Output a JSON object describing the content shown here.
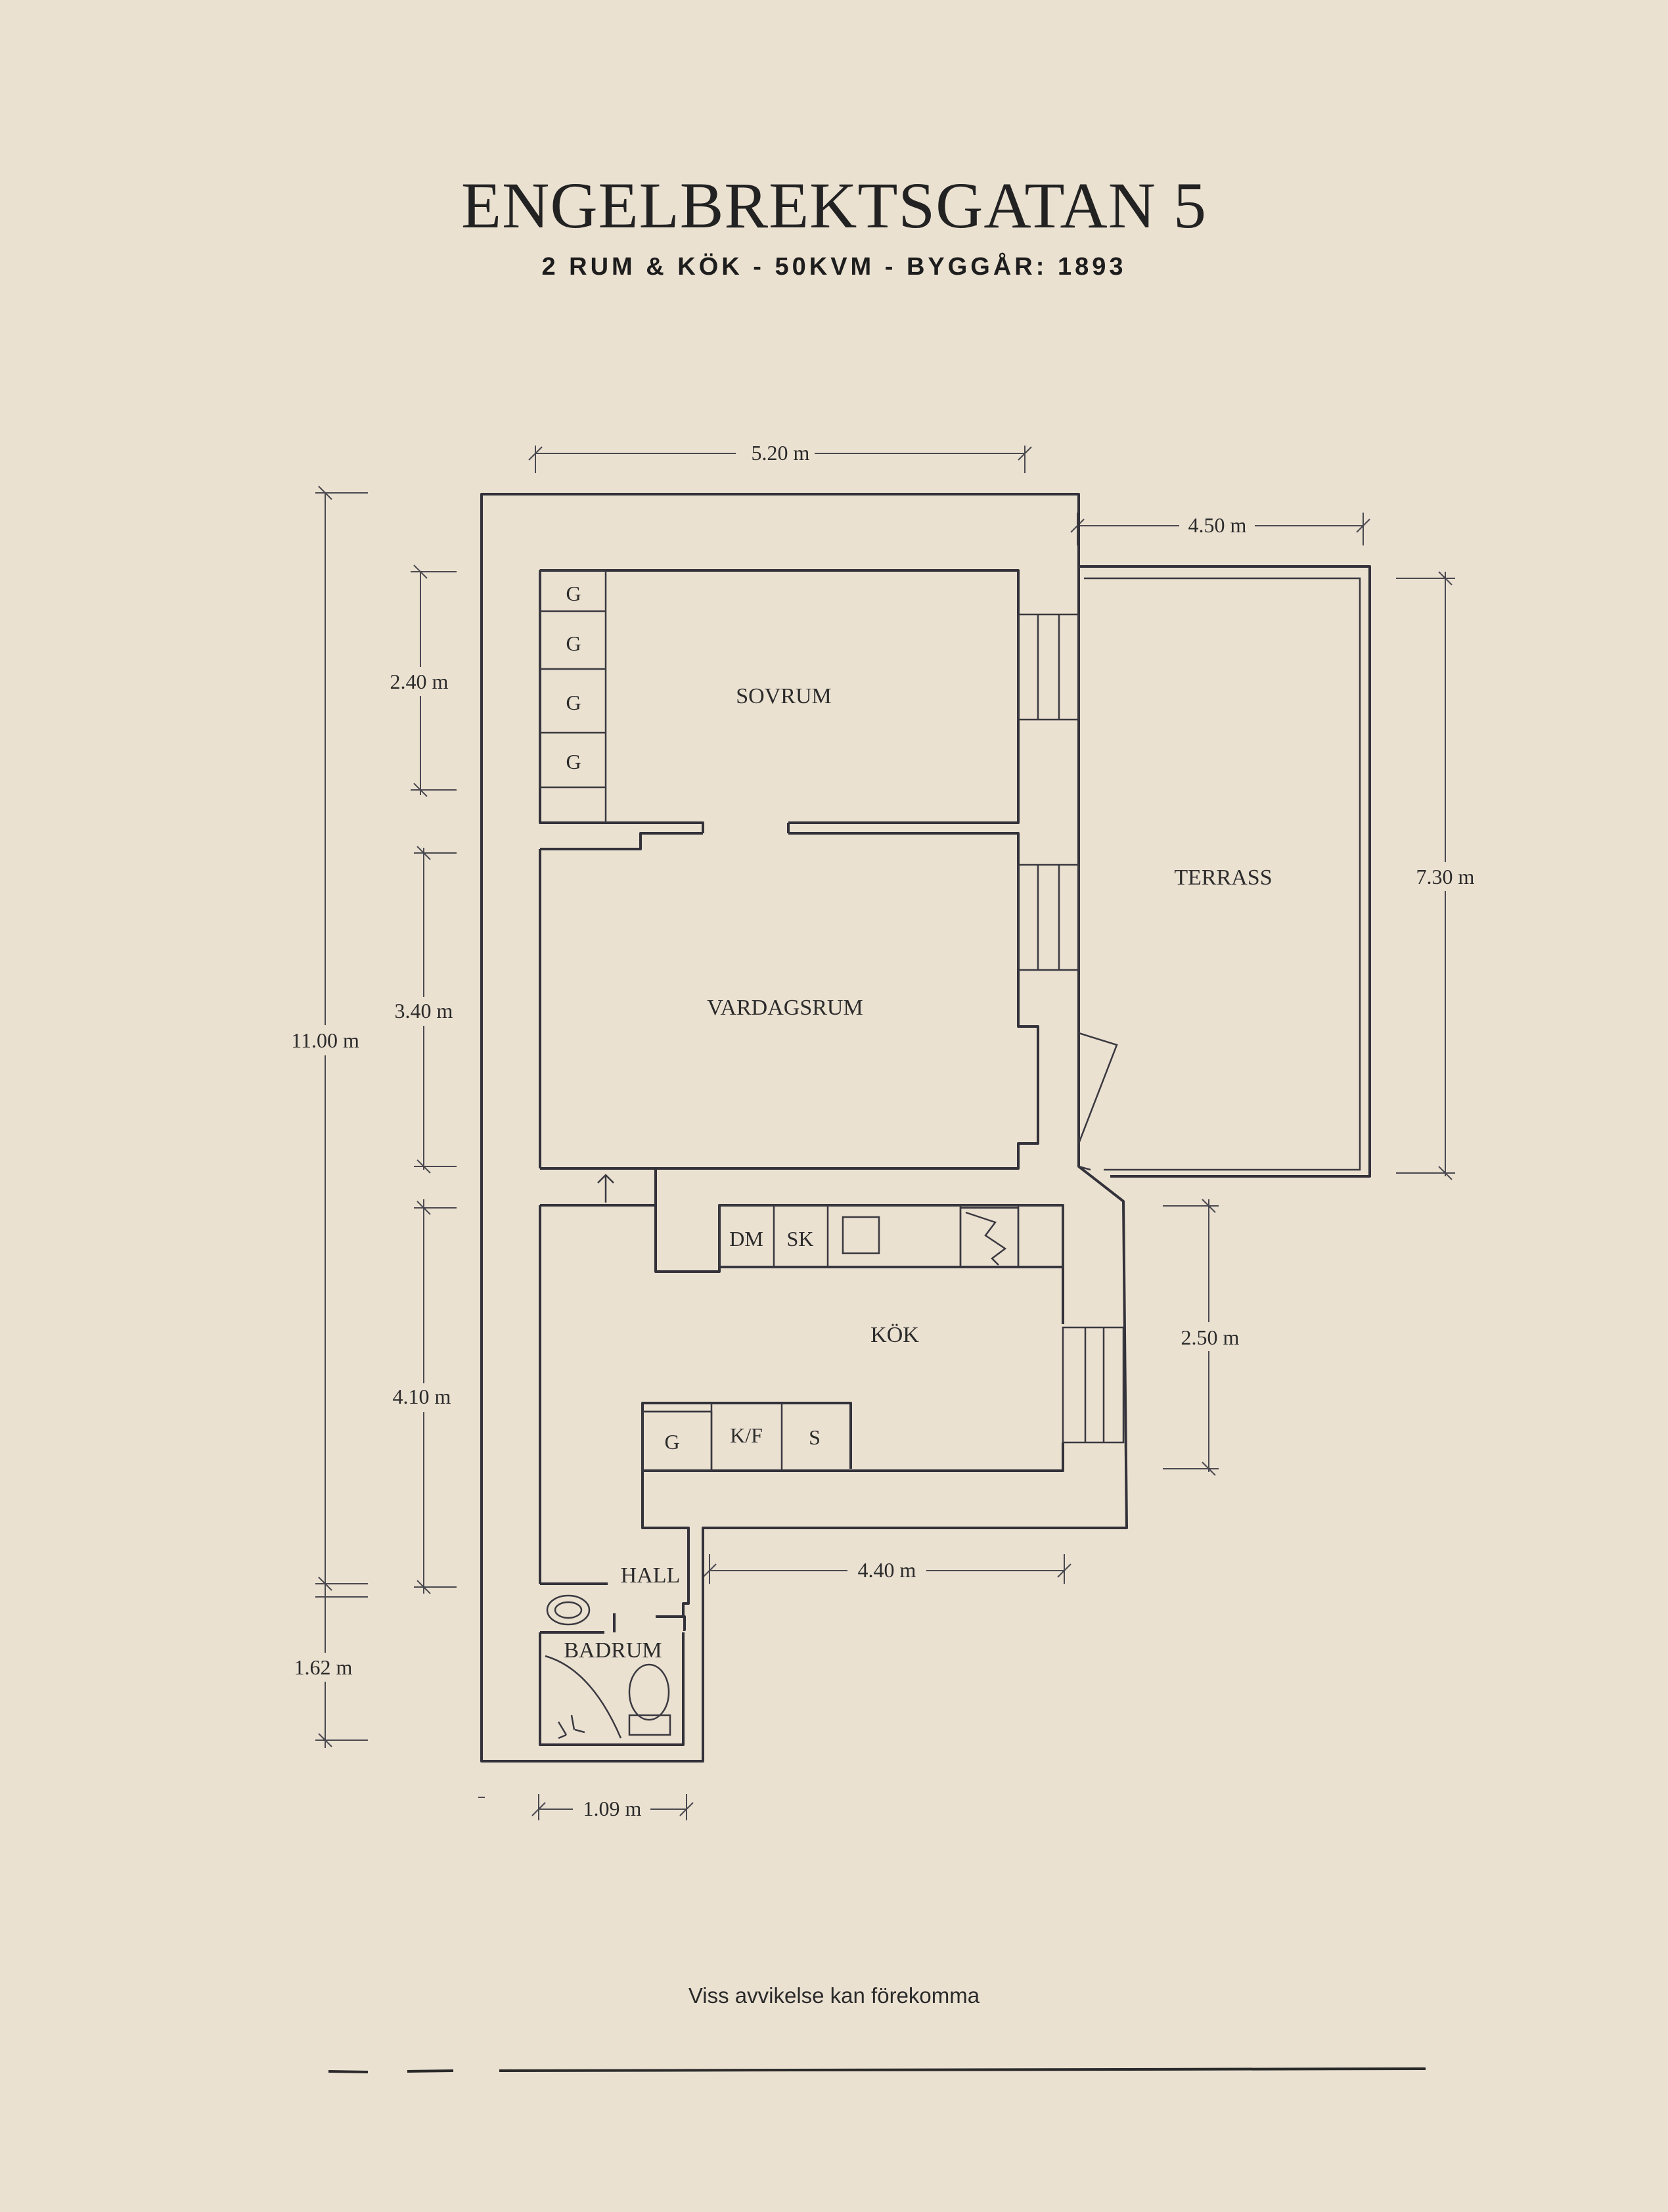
{
  "title": "ENGELBREKTSGATAN 5",
  "subtitle": "2 RUM & KÖK  -  50KVM  -  BYGGÅR: 1893",
  "disclaimer": "Viss avvikelse kan förekomma",
  "rooms": {
    "sovrum": "SOVRUM",
    "vardagsrum": "VARDAGSRUM",
    "terrass": "TERRASS",
    "kok": "KÖK",
    "hall": "HALL",
    "badrum": "BADRUM"
  },
  "fixtures": {
    "wardrobe": "G",
    "dishwasher": "DM",
    "cabinet": "SK",
    "fridge_freezer": "K/F",
    "storage": "S"
  },
  "dimensions": {
    "top_width": "5.20 m",
    "terrace_width": "4.50 m",
    "total_height": "11.00 m",
    "sovrum_height": "2.40 m",
    "vardagsrum_height": "3.40 m",
    "kok_height": "4.10 m",
    "badrum_height": "1.62 m",
    "terrace_height": "7.30 m",
    "kok_side": "2.50 m",
    "kok_width": "4.40 m",
    "badrum_width": "1.09 m"
  }
}
